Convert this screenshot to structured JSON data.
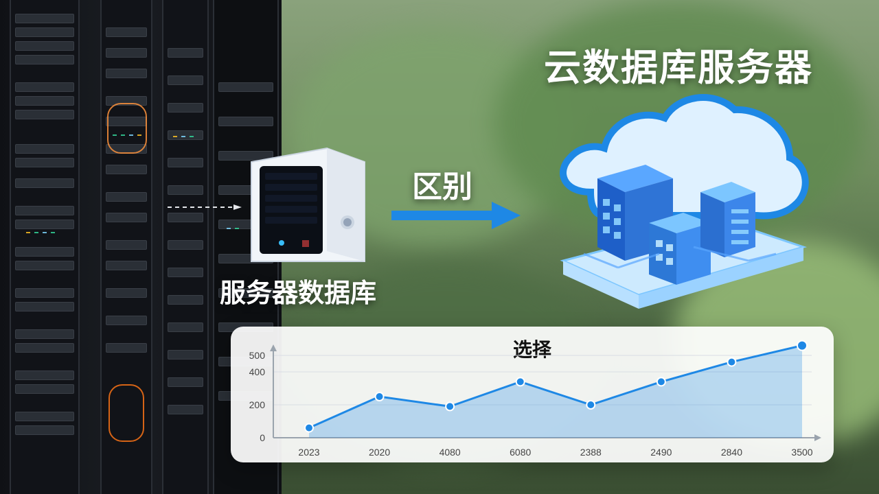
{
  "scene": {
    "title": "云数据库服务器",
    "labels": {
      "server_database": "服务器数据库",
      "difference": "区别"
    },
    "icons": [
      "server-rack-icon",
      "server-box-icon",
      "arrow-right-icon",
      "cloud-icon",
      "building-icon"
    ],
    "colors": {
      "accent_blue": "#1e88e5",
      "cloud_light": "#dff1ff",
      "building_blue": "#2f74d6"
    }
  },
  "chart_data": {
    "type": "area",
    "title": "选择",
    "x": [
      "2023",
      "2020",
      "4080",
      "6080",
      "2388",
      "2490",
      "2840",
      "3500"
    ],
    "y_ticks": [
      0,
      200,
      400,
      500
    ],
    "ylim": [
      0,
      500
    ],
    "series": [
      {
        "values": [
          60,
          250,
          190,
          340,
          200,
          340,
          460,
          560
        ]
      }
    ],
    "grid": true,
    "legend": "none"
  }
}
